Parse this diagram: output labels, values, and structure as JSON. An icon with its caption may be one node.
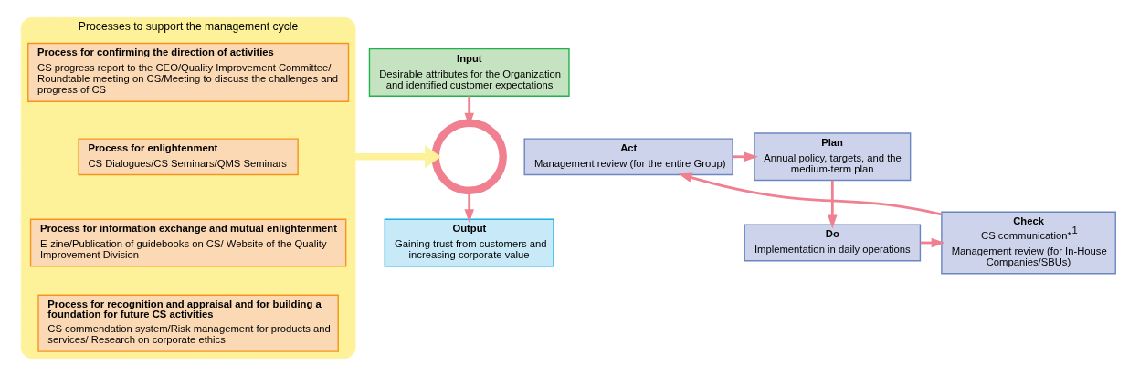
{
  "diagram": {
    "nodes": [
      {
        "text": [
          "Input",
          "Desirable attributes for the Organization and identified customer expectations"
        ]
      },
      {
        "text": [
          "Act",
          "Management review (for the entire Group)"
        ]
      },
      {
        "text": [
          "Plan",
          "Annual policy, targets, and the medium-term plan"
        ]
      },
      {
        "text": [],
        "shape": "circle"
      },
      {
        "text": [
          "Check",
          "CS communication*$^{1}$",
          "Management review (for In-House Companies/SBUs)"
        ]
      },
      {
        "text": [
          "Do",
          "Implementation in daily operations"
        ]
      },
      {
        "text": [
          "Output",
          "Gaining trust from customers and increasing corporate value"
        ]
      },
      {
        "text": [
          "Processes to support the management cycle"
        ]
      },
      {
        "text": [
          "Process for confirming the direction of activities",
          "CS progress report to the CEO/Quality Improvement Committee/ Roundtable meeting on CS/Meeting to discuss the challenges and progress of CS"
        ],
        "in": 7
      },
      {
        "text": [
          "Process for enlightenment",
          "CS Dialogues/CS Seminars/QMS Seminars"
        ],
        "in": 7
      },
      {
        "text": [
          "Process for information exchange and mutual enlightenment",
          "E-zine/Publication of guidebooks on CS/ Website of the Quality Improvement Division"
        ],
        "in": 7
      },
      {
        "text": [
          "Process for recognition and appraisal and for building a foundation for future CS activities",
          "CS commendation system/Risk management for products and services/ Research on corporate ethics"
        ],
        "in": 7
      }
    ],
    "edges": [
      {
        "from": 0,
        "to": 3,
        "arrow": "to"
      },
      {
        "from": 3,
        "to": 6,
        "arrow": "to"
      },
      {
        "from": 1,
        "to": 2,
        "arrow": "to"
      },
      {
        "from": 2,
        "to": 5,
        "arrow": "to"
      },
      {
        "from": 5,
        "to": 4,
        "arrow": "to"
      },
      {
        "from": 4,
        "to": 1,
        "arrow": "to"
      },
      {
        "from": 7,
        "to": 3,
        "arrow": "to",
        "style": "thick",
        "color": "#fdf29a"
      }
    ]
  }
}
